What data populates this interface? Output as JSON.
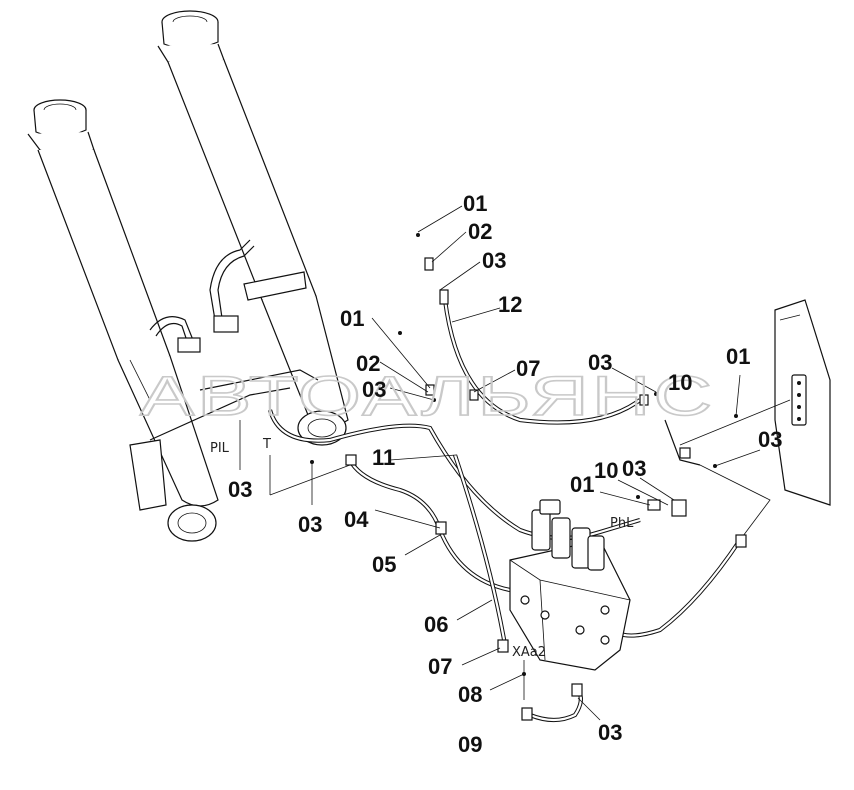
{
  "watermark": "АВТОАЛЬЯНС",
  "ports": {
    "pil": "PIL",
    "t": "T",
    "phl": "PhL",
    "xaa2": "XAa2"
  },
  "callouts": [
    {
      "id": "c01a",
      "text": "01"
    },
    {
      "id": "c02a",
      "text": "02"
    },
    {
      "id": "c03a",
      "text": "03"
    },
    {
      "id": "c12",
      "text": "12"
    },
    {
      "id": "c01b",
      "text": "01"
    },
    {
      "id": "c02b",
      "text": "02"
    },
    {
      "id": "c03b",
      "text": "03"
    },
    {
      "id": "c07a",
      "text": "07"
    },
    {
      "id": "c03c",
      "text": "03"
    },
    {
      "id": "c10a",
      "text": "10"
    },
    {
      "id": "c01c",
      "text": "01"
    },
    {
      "id": "c03d",
      "text": "03"
    },
    {
      "id": "c11",
      "text": "11"
    },
    {
      "id": "c03e",
      "text": "03"
    },
    {
      "id": "c03f",
      "text": "03"
    },
    {
      "id": "c04",
      "text": "04"
    },
    {
      "id": "c01d",
      "text": "01"
    },
    {
      "id": "c10b",
      "text": "10"
    },
    {
      "id": "c03g",
      "text": "03"
    },
    {
      "id": "c05",
      "text": "05"
    },
    {
      "id": "c06",
      "text": "06"
    },
    {
      "id": "c07b",
      "text": "07"
    },
    {
      "id": "c08",
      "text": "08"
    },
    {
      "id": "c09",
      "text": "09"
    },
    {
      "id": "c03h",
      "text": "03"
    }
  ]
}
